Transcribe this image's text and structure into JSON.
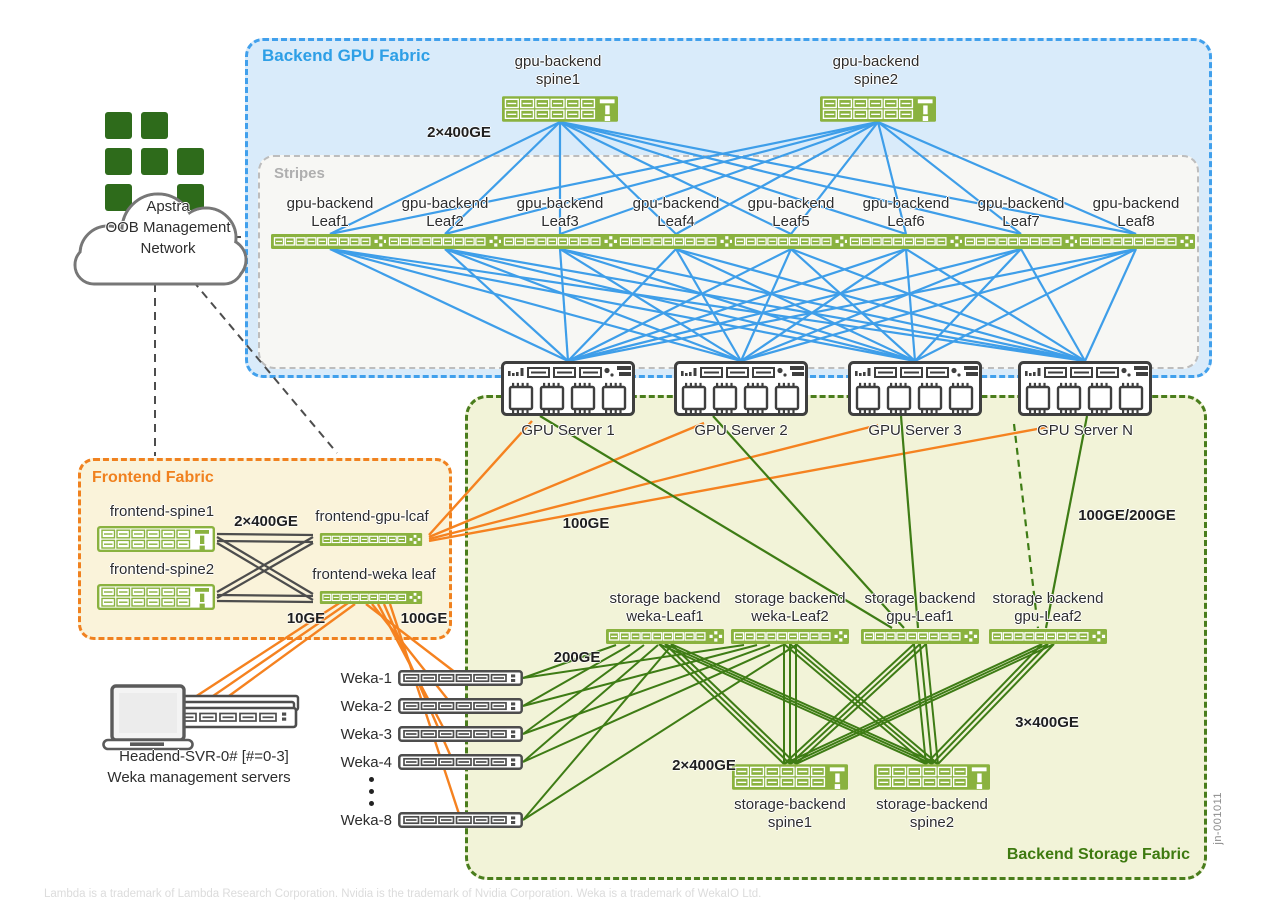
{
  "gpu_fabric": {
    "title": "Backend GPU Fabric",
    "stripes": "Stripes",
    "label_2x400": "2×400GE",
    "spine1": {
      "l1": "gpu-backend",
      "l2": "spine1"
    },
    "spine2": {
      "l1": "gpu-backend",
      "l2": "spine2"
    },
    "leaves": [
      {
        "l1": "gpu-backend",
        "l2": "Leaf1"
      },
      {
        "l1": "gpu-backend",
        "l2": "Leaf2"
      },
      {
        "l1": "gpu-backend",
        "l2": "Leaf3"
      },
      {
        "l1": "gpu-backend",
        "l2": "Leaf4"
      },
      {
        "l1": "gpu-backend",
        "l2": "Leaf5"
      },
      {
        "l1": "gpu-backend",
        "l2": "Leaf6"
      },
      {
        "l1": "gpu-backend",
        "l2": "Leaf7"
      },
      {
        "l1": "gpu-backend",
        "l2": "Leaf8"
      }
    ]
  },
  "servers": {
    "labels": [
      "GPU Server 1",
      "GPU Server 2",
      "GPU Server 3",
      "GPU Server N"
    ]
  },
  "cloud": {
    "l1": "Apstra",
    "l2": "OOB Management",
    "l3": "Network"
  },
  "frontend": {
    "title": "Frontend Fabric",
    "spine1": "frontend-spine1",
    "spine2": "frontend-spine2",
    "gpu_leaf": "frontend-gpu-lcaf",
    "weka_leaf": "frontend-weka leaf",
    "label_spine_leaf": "2×400GE",
    "label_10ge": "10GE",
    "label_100ge": "100GE"
  },
  "storage": {
    "title": "Backend Storage Fabric",
    "leaves": [
      {
        "l1": "storage backend",
        "l2": "weka-Leaf1"
      },
      {
        "l1": "storage backend",
        "l2": "weka-Leaf2"
      },
      {
        "l1": "storage backend",
        "l2": "gpu-Leaf1"
      },
      {
        "l1": "storage backend",
        "l2": "gpu-Leaf2"
      }
    ],
    "spines": [
      {
        "l1": "storage-backend",
        "l2": "spine1"
      },
      {
        "l1": "storage-backend",
        "l2": "spine2"
      }
    ],
    "labels": {
      "lcaf_links": "100GE",
      "gpu_links": "100GE/200GE",
      "weka_links": "200GE",
      "spines_left": "2×400GE",
      "spines_right": "3×400GE"
    }
  },
  "weka": {
    "labels": [
      "Weka-1",
      "Weka-2",
      "Weka-3",
      "Weka-4",
      "Weka-8"
    ]
  },
  "headend": {
    "l1": "Headend-SVR-0# [#=0-3]",
    "l2": "Weka management servers"
  },
  "footer": "Lambda is a trademark of Lambda Research Corporation. Nvidia is the trademark of Nvidia Corporation. Weka is a trademark of WekaIO Ltd.",
  "figure_id": "jn-001011",
  "colors": {
    "blue_line": "#3E9EE9",
    "orange_line": "#F58220",
    "green_line": "#3E7C15",
    "gray_line": "#4D4D4D",
    "switch_green": "#8AB23F",
    "gpu_fabric_border": "#41A0EC",
    "storage_border": "#4A7D1C",
    "frontend_border": "#F0811F",
    "apstra_square_green": "#2E6B1B"
  }
}
